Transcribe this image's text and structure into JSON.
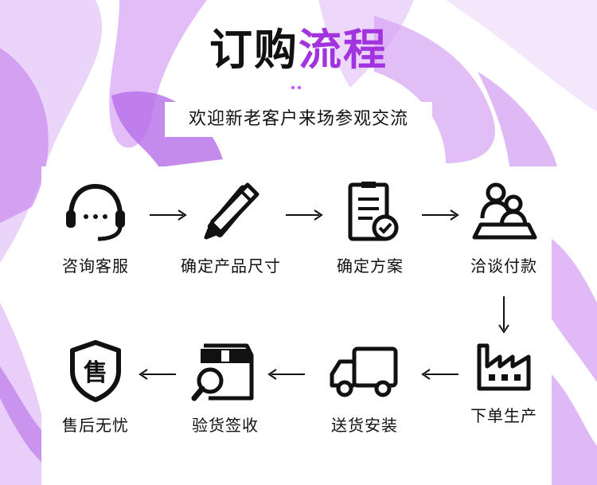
{
  "title": {
    "part1": "订购",
    "part2": "流程"
  },
  "subtitle": "欢迎新老客户来场参观交流",
  "steps": [
    {
      "label": "咨询客服",
      "icon": "headset-icon"
    },
    {
      "label": "确定产品尺寸",
      "icon": "pencil-ruler-icon"
    },
    {
      "label": "确定方案",
      "icon": "clipboard-check-icon"
    },
    {
      "label": "洽谈付款",
      "icon": "meeting-users-icon"
    },
    {
      "label": "下单生产",
      "icon": "factory-icon"
    },
    {
      "label": "送货安装",
      "icon": "delivery-truck-icon"
    },
    {
      "label": "验货签收",
      "icon": "box-magnifier-icon"
    },
    {
      "label": "售后无忧",
      "icon": "shield-service-icon"
    }
  ],
  "service_badge_text": "售",
  "colors": {
    "accent": "#a234e0",
    "text": "#111111",
    "marble": "#c98af0"
  }
}
